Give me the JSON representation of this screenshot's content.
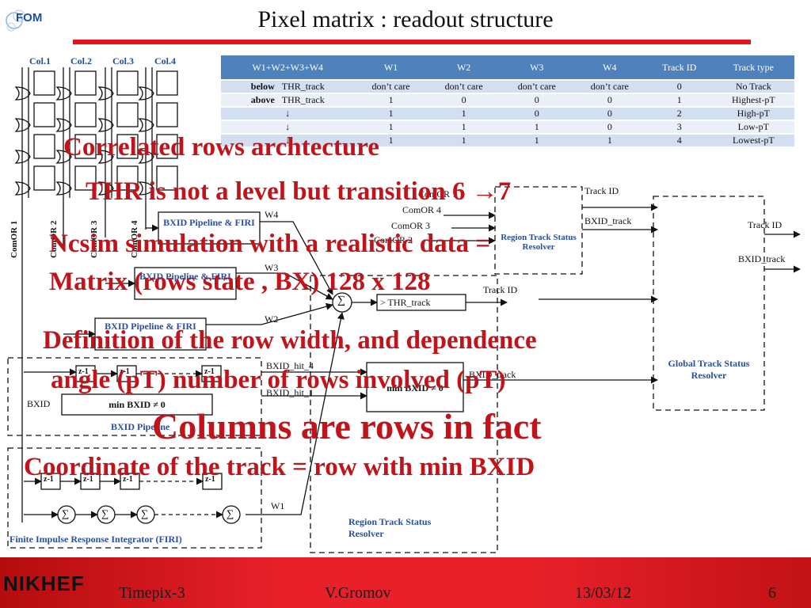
{
  "title": "Pixel matrix : readout structure",
  "logo": "FOM",
  "columns": [
    "Col.1",
    "Col.2",
    "Col.3",
    "Col.4"
  ],
  "comor_vertical": [
    "ComOR 1",
    "ComOR 2",
    "ComOR 3",
    "ComOR 4"
  ],
  "table": {
    "headers": [
      "W1+W2+W3+W4",
      "W1",
      "W2",
      "W3",
      "W4",
      "Track ID",
      "Track type"
    ],
    "rows": [
      {
        "c0a": "below",
        "c0b": "THR_track",
        "w1": "don’t care",
        "w2": "don’t care",
        "w3": "don’t care",
        "w4": "don’t care",
        "id": "0",
        "type": "No Track"
      },
      {
        "c0a": "above",
        "c0b": "THR_track",
        "w1": "1",
        "w2": "0",
        "w3": "0",
        "w4": "0",
        "id": "1",
        "type": "Highest-pT"
      },
      {
        "c0a": "↓",
        "c0b": "",
        "w1": "1",
        "w2": "1",
        "w3": "0",
        "w4": "0",
        "id": "2",
        "type": "High-pT"
      },
      {
        "c0a": "↓",
        "c0b": "",
        "w1": "1",
        "w2": "1",
        "w3": "1",
        "w4": "0",
        "id": "3",
        "type": "Low-pT"
      },
      {
        "c0a": "↓",
        "c0b": "",
        "w1": "1",
        "w2": "1",
        "w3": "1",
        "w4": "1",
        "id": "4",
        "type": "Lowest-pT"
      }
    ]
  },
  "diagram": {
    "bxid_pipeline_firi": "BXID Pipeline & FIRI",
    "bxid_pipeline": "BXID Pipeline",
    "w4": "W4",
    "w3": "W3",
    "w2": "W2",
    "w1": "W1",
    "comor_inputs": [
      "ComOR 1",
      "ComOR 4",
      "ComOR 3",
      "ComOR 2"
    ],
    "region_track_status_resolver": "Region Track Status Resolver",
    "track_id": "Track ID",
    "bxid_track": "BXID_track",
    "thr_track": "> THR_track",
    "sum": "∑",
    "bxid_hit_4": "BXID_hit_4",
    "bxid_hit_1": "BXID_hit_1",
    "min_bxid": "min BXID ≠ 0",
    "bxid": "BXID",
    "global_track_status_resolver": "Global Track Status Resolver",
    "z_inv": "z-1",
    "firi": "Finite Impulse Response Integrator (FIRI)"
  },
  "overlay": {
    "line1": "Correlated rows archtecture",
    "line2": "THR is not a level but transition 6 →7",
    "line3": "Ncsim simulation with a realistic data =",
    "line4": "Matrix (rows state , BX) 128 x 128",
    "line5": "Definition of the row width, and dependence",
    "line6": "angle (pT) number of rows involved (pT)",
    "line7": "Columns are rows in fact",
    "line8": "Coordinate of the track = row with min BXID"
  },
  "footer": {
    "logo": "NIKHEF",
    "project": "Timepix-3",
    "author": "V.Gromov",
    "date": "13/03/12",
    "page": "6"
  },
  "colors": {
    "accent_red": "#e8141b",
    "table_header": "#4f81bd",
    "overlay_red": "#c0141a",
    "label_blue": "#2a4f9e"
  }
}
